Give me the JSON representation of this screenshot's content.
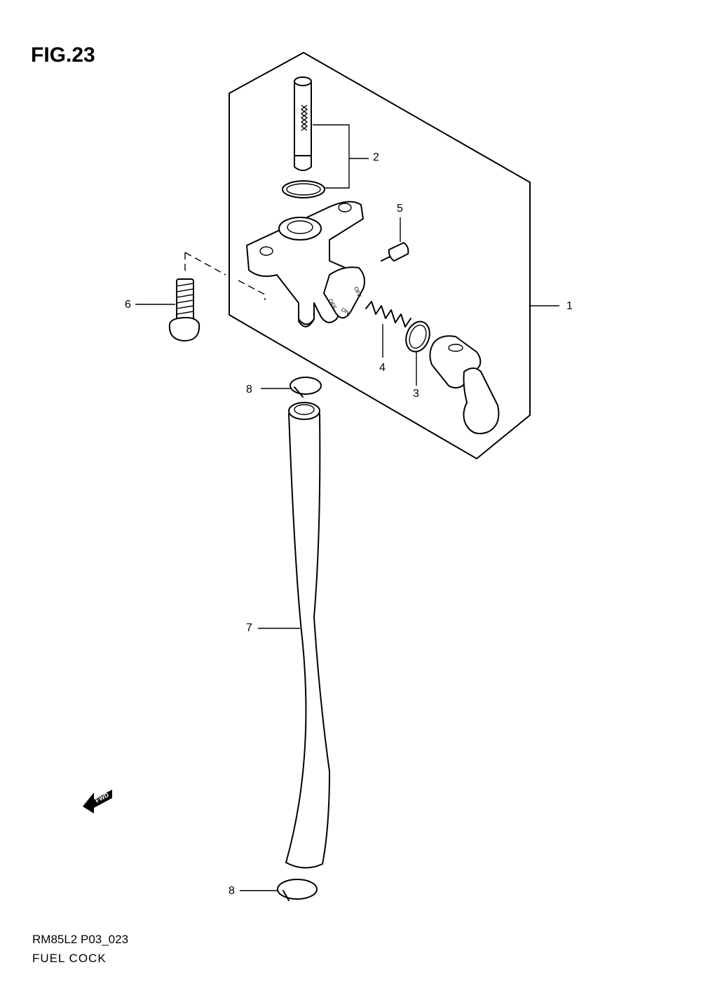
{
  "figure": {
    "title": "FIG.23",
    "model_code": "RM85L2 P03_023",
    "name": "FUEL COCK"
  },
  "callouts": [
    {
      "id": "1",
      "label": "1"
    },
    {
      "id": "2",
      "label": "2"
    },
    {
      "id": "3",
      "label": "3"
    },
    {
      "id": "4",
      "label": "4"
    },
    {
      "id": "5",
      "label": "5"
    },
    {
      "id": "6",
      "label": "6"
    },
    {
      "id": "7",
      "label": "7"
    },
    {
      "id": "8a",
      "label": "8"
    },
    {
      "id": "8b",
      "label": "8"
    }
  ],
  "lever_marks": {
    "off_top": "OFF",
    "off_side": "OFF",
    "on": "ON"
  },
  "forward_arrow": {
    "label": "FWD"
  }
}
